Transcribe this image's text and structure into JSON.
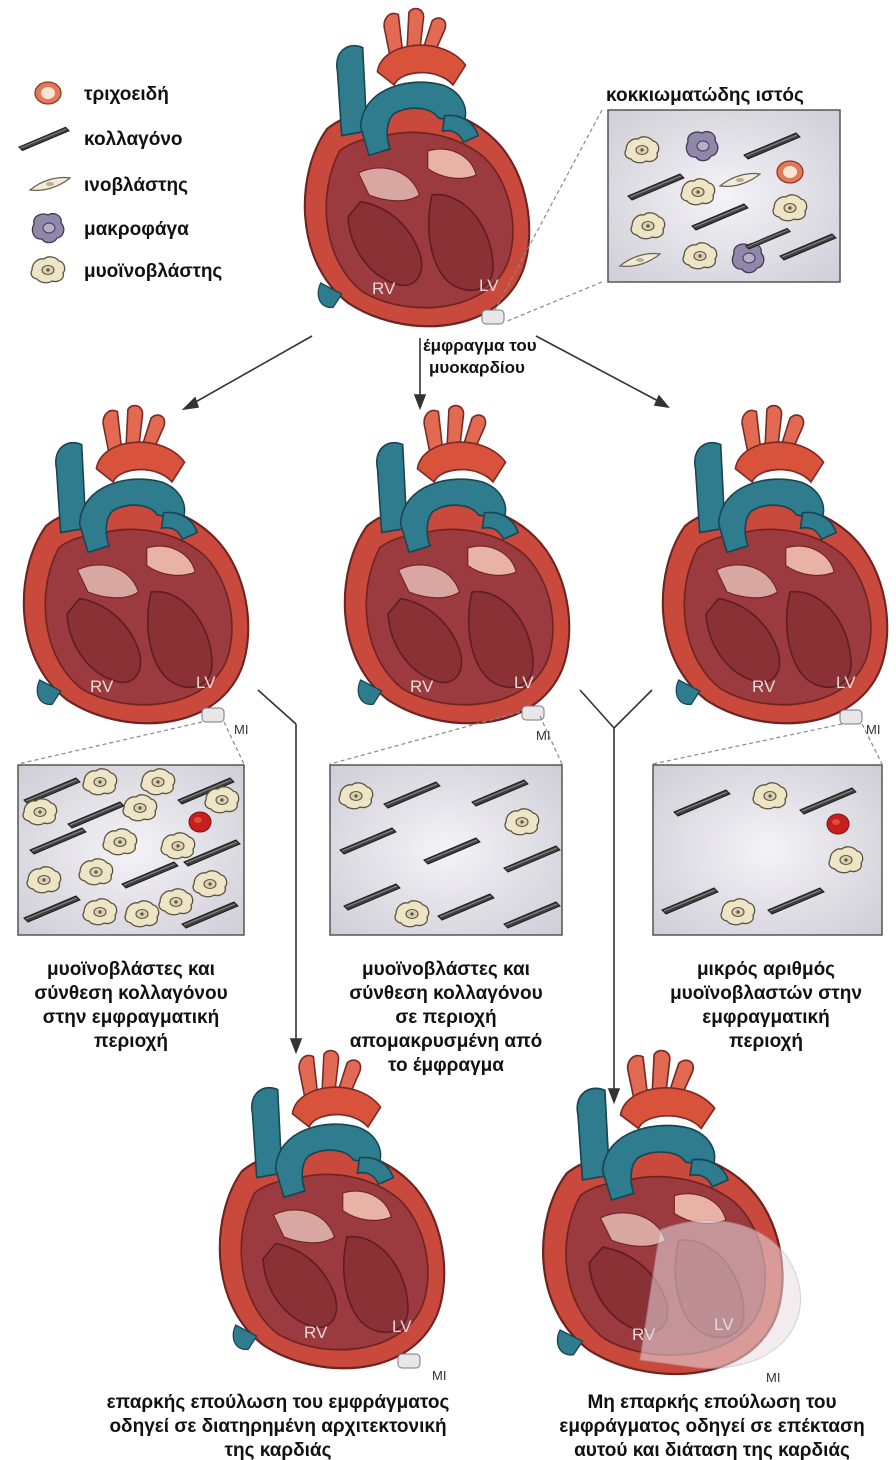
{
  "legend": {
    "capillary": "τριχοειδή",
    "collagen": "κολλαγόνο",
    "fibroblast": "ινοβλάστης",
    "macrophage": "μακροφάγα",
    "myofibroblast": "μυοϊνοβλάστης"
  },
  "granulation_tissue": "κοκκιωματώδης ιστός",
  "infarct_label": [
    "έμφραγμα του",
    "μυοκαρδίου"
  ],
  "chambers": {
    "rv": "RV",
    "lv": "LV",
    "mi": "MI"
  },
  "panels": {
    "left": [
      "μυοϊνοβλάστες και",
      "σύνθεση κολλαγόνου",
      "στην εμφραγματική",
      "περιοχή"
    ],
    "middle": [
      "μυοϊνοβλάστες και",
      "σύνθεση κολλαγόνου",
      "σε περιοχή",
      "απομακρυσμένη από",
      "το έμφραγμα"
    ],
    "right": [
      "μικρός αριθμός",
      "μυοϊνοβλαστών στην",
      "εμφραγματική",
      "περιοχή"
    ]
  },
  "outcomes": {
    "good": [
      "επαρκής επούλωση του εμφράγματος",
      "οδηγεί σε διατηρημένη αρχιτεκτονική",
      "της καρδιάς"
    ],
    "bad": [
      "Μη επαρκής επούλωση του",
      "εμφράγματος οδηγεί σε επέκταση",
      "αυτού και διάταση της καρδιάς"
    ]
  }
}
